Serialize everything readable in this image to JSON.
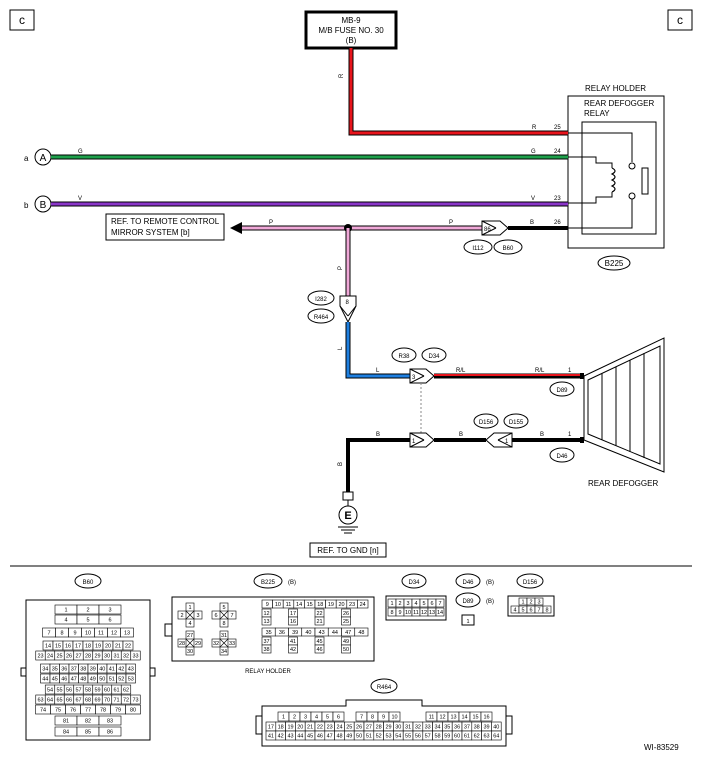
{
  "corners": {
    "top_left": "c",
    "top_right": "c"
  },
  "fuse": {
    "line1": "MB-9",
    "line2": "M/B FUSE NO. 30",
    "line3": "(B)"
  },
  "relay": {
    "holder_label": "RELAY HOLDER",
    "relay_line1": "REAR DEFOGGER",
    "relay_line2": "RELAY",
    "connector": "B225",
    "pins": [
      "25",
      "24",
      "23",
      "26"
    ]
  },
  "inputs": [
    {
      "letter": "a",
      "node": "A",
      "wire": "G"
    },
    {
      "letter": "b",
      "node": "B",
      "wire": "V"
    }
  ],
  "wires": {
    "red": "R",
    "green": "G",
    "violet": "V",
    "pink": "P",
    "black": "B",
    "blue": "L",
    "red_blue": "R/L"
  },
  "ref_mirror": {
    "line1": "REF. TO REMOTE CONTROL",
    "line2": "MIRROR SYSTEM [b]"
  },
  "connectors": {
    "i112": "I112",
    "b60": "B60",
    "b60_pin": "86",
    "i282": "I282",
    "r464": "R464",
    "r464_pin": "8",
    "r38": "R38",
    "d34": "D34",
    "d34_pin": "3",
    "d156": "D156",
    "d155": "D155",
    "d156_pin": "1",
    "d155_pin": "1",
    "d89": "D89",
    "d89_pin": "1",
    "d46": "D46",
    "d46_pin": "1"
  },
  "defogger": {
    "label": "REAR DEFOGGER"
  },
  "ground": {
    "node": "E",
    "ref": "REF. TO GND [n]"
  },
  "views": {
    "b60": {
      "title": "B60",
      "rows": [
        [
          "1",
          "2",
          "3"
        ],
        [
          "4",
          "5",
          "6"
        ],
        [
          "7",
          "8",
          "9",
          "10",
          "11",
          "12",
          "13"
        ],
        [
          "14",
          "15",
          "16",
          "17",
          "18",
          "19",
          "20",
          "21",
          "22"
        ],
        [
          "23",
          "24",
          "25",
          "26",
          "27",
          "28",
          "29",
          "30",
          "31",
          "32",
          "33"
        ],
        [
          "34",
          "35",
          "36",
          "37",
          "38",
          "39",
          "40",
          "41",
          "42",
          "43"
        ],
        [
          "44",
          "45",
          "46",
          "47",
          "48",
          "49",
          "50",
          "51",
          "52",
          "53"
        ],
        [
          "54",
          "55",
          "56",
          "57",
          "58",
          "59",
          "60",
          "61",
          "62"
        ],
        [
          "63",
          "64",
          "65",
          "66",
          "67",
          "68",
          "69",
          "70",
          "71",
          "72",
          "73"
        ],
        [
          "74",
          "75",
          "76",
          "77",
          "78",
          "79",
          "80"
        ],
        [
          "81",
          "82",
          "83"
        ],
        [
          "84",
          "85",
          "86"
        ]
      ]
    },
    "b225": {
      "title": "B225",
      "suffix": "(B)",
      "holder": "RELAY HOLDER",
      "left_pins": [
        "1",
        "2",
        "3",
        "4",
        "5",
        "6",
        "7",
        "8",
        "27",
        "28",
        "29",
        "30",
        "31",
        "32",
        "33",
        "34"
      ],
      "grid_rows": [
        [
          "9",
          "10",
          "11",
          "14",
          "15",
          "18",
          "19",
          "20",
          "23",
          "24"
        ],
        [
          "12",
          "17",
          "22",
          "26"
        ],
        [
          "13",
          "16",
          "21",
          "25"
        ],
        [
          "35",
          "36",
          "39",
          "40",
          "43",
          "44",
          "47",
          "48"
        ],
        [
          "37",
          "41",
          "45",
          "49"
        ],
        [
          "38",
          "42",
          "46",
          "50"
        ]
      ]
    },
    "d34": {
      "title": "D34",
      "rows": [
        [
          "1",
          "2",
          "3",
          "4",
          "5",
          "6",
          "7"
        ],
        [
          "8",
          "9",
          "10",
          "11",
          "12",
          "13",
          "14"
        ]
      ]
    },
    "d46": {
      "title": "D46",
      "suffix": "(B)"
    },
    "d89": {
      "title": "D89",
      "suffix": "(B)",
      "pin": "1"
    },
    "d156": {
      "title": "D156",
      "rows": [
        [
          "1",
          "2",
          "3"
        ],
        [
          "4",
          "5",
          "6",
          "7",
          "8"
        ]
      ]
    },
    "r464": {
      "title": "R464",
      "top_groups": [
        [
          "1",
          "2",
          "3",
          "4",
          "5",
          "6"
        ],
        [
          "7",
          "8",
          "9",
          "10"
        ],
        [
          "11",
          "12",
          "13",
          "14",
          "15",
          "16"
        ]
      ],
      "bottom_rows": [
        [
          "17",
          "18",
          "19",
          "20",
          "21",
          "22",
          "23",
          "24",
          "25",
          "26",
          "27",
          "28",
          "29",
          "30",
          "31",
          "32",
          "33",
          "34",
          "35",
          "36",
          "37",
          "38",
          "39",
          "40"
        ],
        [
          "41",
          "42",
          "43",
          "44",
          "45",
          "46",
          "47",
          "48",
          "49",
          "50",
          "51",
          "52",
          "53",
          "54",
          "55",
          "56",
          "57",
          "58",
          "59",
          "60",
          "61",
          "62",
          "63",
          "64"
        ]
      ]
    }
  },
  "figure_id": "WI-83529",
  "colors": {
    "red": "#e8141c",
    "green": "#1ea04b",
    "violet": "#8a35c8",
    "pink": "#f0a8d8",
    "blue": "#1e7fe0",
    "black": "#000000"
  }
}
